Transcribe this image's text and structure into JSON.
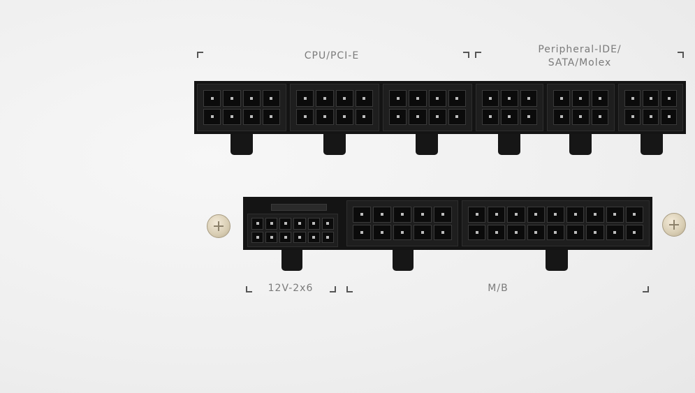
{
  "labels": {
    "cpu_pcie": "CPU/PCI-E",
    "peripheral_line1": "Peripheral-IDE/",
    "peripheral_line2": "SATA/Molex",
    "v12_2x6": "12V-2x6",
    "mb": "M/B"
  },
  "icons": {
    "screw_left": "phillips-screw-icon",
    "screw_right": "phillips-screw-icon"
  },
  "colors": {
    "connector": "#141414",
    "pin_contact": "#bdbdbd",
    "label": "#7a7a7a",
    "screw": "#d8cdb3"
  }
}
